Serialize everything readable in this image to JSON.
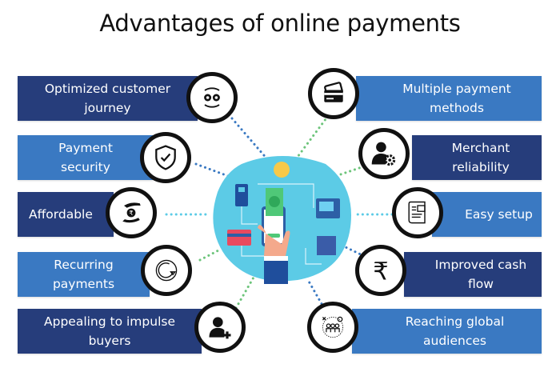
{
  "title": "Advantages of online payments",
  "colors": {
    "dark": "#263d7b",
    "mid": "#3a79c2",
    "blob": "#5ccbe6"
  },
  "left": [
    {
      "label_1": "Optimized customer",
      "label_2": "journey",
      "icon": "gears-cycle-icon"
    },
    {
      "label_1": "Payment",
      "label_2": "security",
      "icon": "shield-check-icon"
    },
    {
      "label_1": "Affordable",
      "label_2": "",
      "icon": "hands-rupee-icon"
    },
    {
      "label_1": "Recurring",
      "label_2": "payments",
      "icon": "recurring-arrow-icon"
    },
    {
      "label_1": "Appealing to impulse",
      "label_2": "buyers",
      "icon": "user-plus-icon"
    }
  ],
  "right": [
    {
      "label_1": "Multiple payment",
      "label_2": "methods",
      "icon": "credit-cards-icon"
    },
    {
      "label_1": "Merchant",
      "label_2": "reliability",
      "icon": "user-gear-icon"
    },
    {
      "label_1": "Easy setup",
      "label_2": "",
      "icon": "invoice-scroll-icon"
    },
    {
      "label_1": "Improved cash",
      "label_2": "flow",
      "icon": "rupee-icon"
    },
    {
      "label_1": "Reaching global",
      "label_2": "audiences",
      "icon": "audience-group-icon"
    }
  ]
}
